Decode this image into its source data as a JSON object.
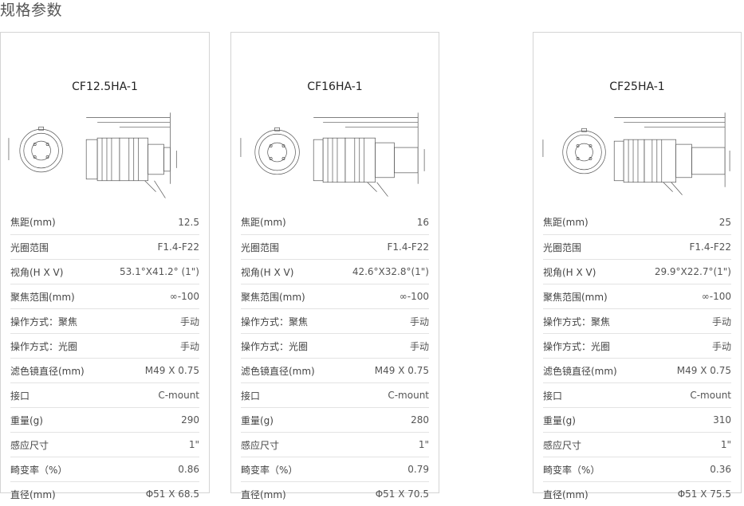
{
  "page": {
    "title": "规格参数"
  },
  "spec_labels": [
    "焦距(mm)",
    "光圈范围",
    "视角(H X V)",
    "聚焦范围(mm)",
    "操作方式：聚焦",
    "操作方式：光圈",
    "滤色镜直径(mm)",
    "接口",
    "重量(g)",
    "感应尺寸",
    "畸变率（%）",
    "直径(mm)"
  ],
  "products": [
    {
      "name": "CF12.5HA-1",
      "values": [
        "12.5",
        "F1.4-F22",
        "53.1°X41.2° (1\")",
        "∞-100",
        "手动",
        "手动",
        "M49 X 0.75",
        "C-mount",
        "290",
        "1\"",
        "0.86",
        "Φ51 X 68.5"
      ]
    },
    {
      "name": "CF16HA-1",
      "values": [
        "16",
        "F1.4-F22",
        "42.6°X32.8°(1\")",
        "∞-100",
        "手动",
        "手动",
        "M49 X 0.75",
        "C-mount",
        "280",
        "1\"",
        "0.79",
        "Φ51 X 70.5"
      ]
    },
    {
      "name": "CF25HA-1",
      "values": [
        "25",
        "F1.4-F22",
        "29.9°X22.7°(1\")",
        "∞-100",
        "手动",
        "手动",
        "M49 X 0.75",
        "C-mount",
        "310",
        "1\"",
        "0.36",
        "Φ51 X 75.5"
      ]
    }
  ],
  "colors": {
    "border": "#d4d4d4",
    "divider": "#e3e3e3",
    "text": "#444444"
  }
}
